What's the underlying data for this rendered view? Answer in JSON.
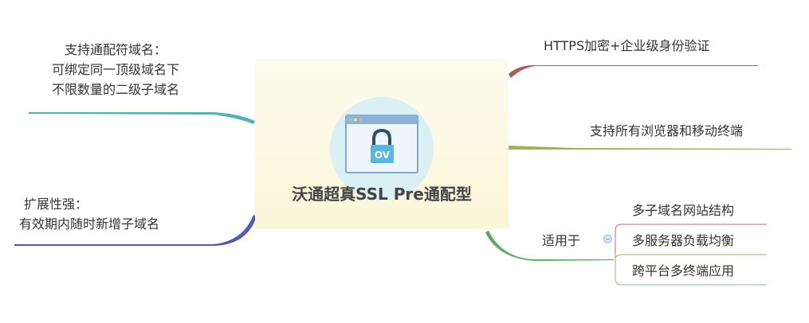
{
  "central": {
    "title": "沃通超真SSL Pre通配型",
    "icon": "browser-lock-icon",
    "icon_badge": "OV",
    "background": "#fbf8df",
    "circle_color": "#daf0f5"
  },
  "branches": {
    "top_left": {
      "lines": [
        "支持通配符域名：",
        "可绑定同一顶级域名下",
        "不限数量的二级子域名"
      ],
      "color": "#5ab1b1"
    },
    "bottom_left": {
      "lines": [
        "扩展性强：",
        "有效期内随时新增子域名"
      ],
      "color": "#5559b1"
    },
    "top_right": {
      "label": "HTTPS加密+企业级身份验证",
      "color": "#b05a5e"
    },
    "mid_right": {
      "label": "支持所有浏览器和移动终端",
      "color": "#a9ab5c"
    },
    "bottom_right": {
      "label": "适用于",
      "color": "#5aad5e",
      "collapse_icon": "collapse-minus-icon",
      "children": [
        {
          "label": "多子域名网站结构",
          "color": "#b5706f"
        },
        {
          "label": "多服务器负载均衡",
          "color": "#b0ad6e"
        },
        {
          "label": "跨平台多终端应用",
          "color": "#86c07d"
        }
      ]
    }
  }
}
